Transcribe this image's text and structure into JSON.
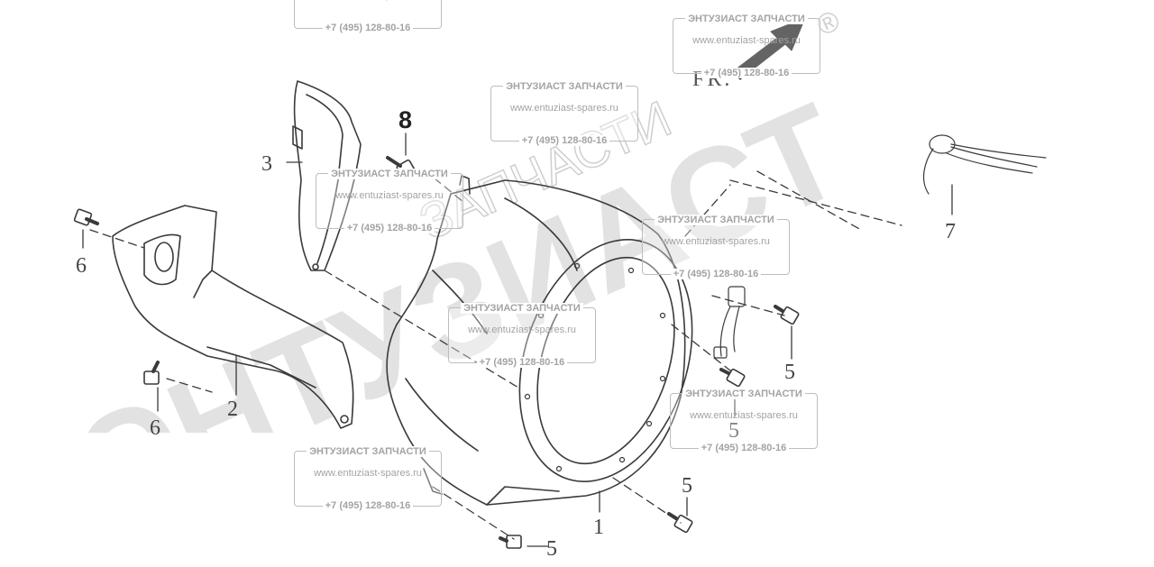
{
  "watermark": {
    "brand_small": "ЭНТУЗИАСТ ЗАПЧАСТИ",
    "site": "www.entuziast-spares.ru",
    "phone": "+7 (495) 128-80-16",
    "big_word1": "ЭНТУЗИАСТ",
    "big_word2": "ЗАПЧАСТИ",
    "registered": "®"
  },
  "direction_label": "FR.",
  "callouts": {
    "p1": "1",
    "p2": "2",
    "p3": "3",
    "p5a": "5",
    "p5b": "5",
    "p5c": "5",
    "p5d": "5",
    "p6a": "6",
    "p6b": "6",
    "p7": "7",
    "p8": "8"
  },
  "colors": {
    "line": "#3a3a3a",
    "watermark": "#d2d2d2",
    "stamp_text": "#a3a3a3"
  }
}
